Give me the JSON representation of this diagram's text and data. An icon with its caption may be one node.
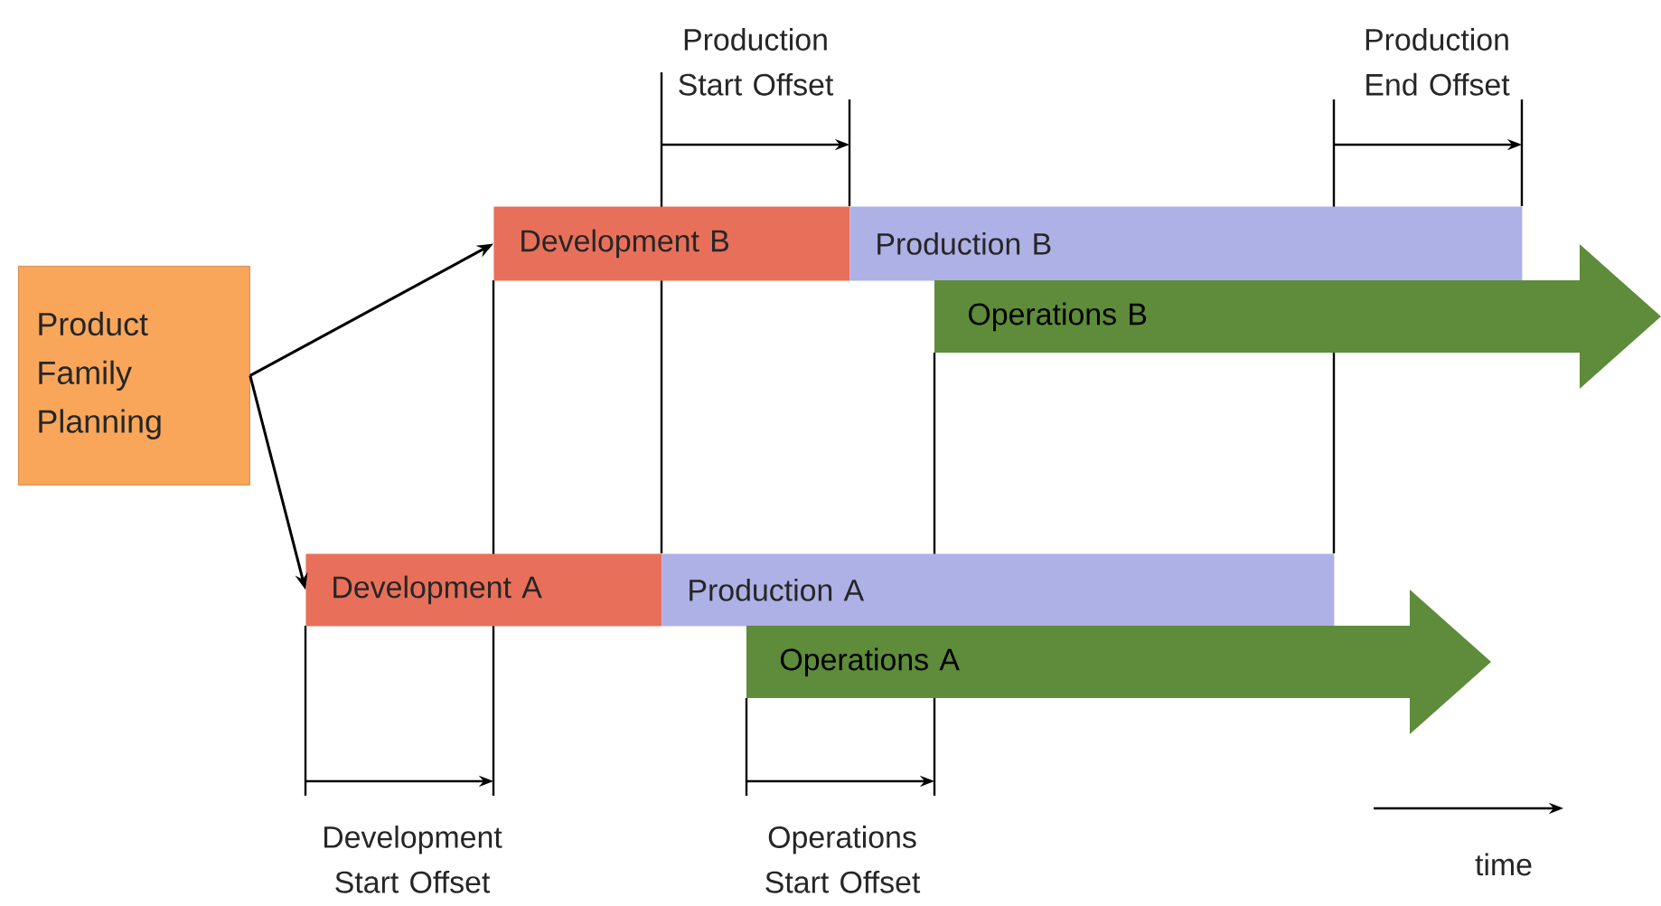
{
  "diagram": {
    "nodes": [
      {
        "text": [
          "Product Family Planning"
        ]
      },
      {
        "text": [
          "Development B"
        ]
      },
      {
        "text": [
          "Production B"
        ]
      },
      {
        "text": [
          "Operations B"
        ]
      },
      {
        "text": [
          "Development A"
        ]
      },
      {
        "text": [
          "Production A"
        ]
      },
      {
        "text": [
          "Operations A"
        ]
      }
    ],
    "edges": [
      {
        "from": 0,
        "to": 1,
        "arrow": "to"
      },
      {
        "from": 0,
        "to": 4,
        "arrow": "to"
      }
    ],
    "labels": [
      "Production Start Offset",
      "Production End Offset",
      "Development Start Offset",
      "Operations Start Offset",
      "time"
    ]
  }
}
